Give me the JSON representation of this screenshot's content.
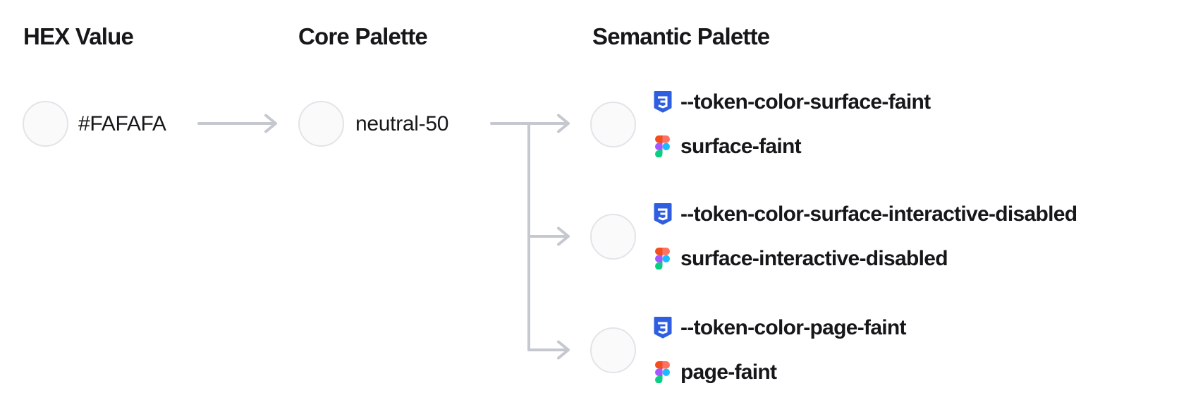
{
  "columns": {
    "hex": {
      "heading": "HEX Value",
      "value": "#FAFAFA",
      "swatch_color": "#FAFAFA"
    },
    "core": {
      "heading": "Core Palette",
      "value": "neutral-50",
      "swatch_color": "#FAFAFA"
    },
    "semantic": {
      "heading": "Semantic Palette",
      "rows": [
        {
          "css_token": "--token-color-surface-faint",
          "figma_name": "surface-faint",
          "swatch_color": "#FAFAFA"
        },
        {
          "css_token": "--token-color-surface-interactive-disabled",
          "figma_name": "surface-interactive-disabled",
          "swatch_color": "#FAFAFA"
        },
        {
          "css_token": "--token-color-page-faint",
          "figma_name": "page-faint",
          "swatch_color": "#FAFAFA"
        }
      ]
    }
  },
  "icons": {
    "css": "css3-shield-icon",
    "figma": "figma-logo-icon"
  },
  "colors": {
    "swatch-fill": "#FAFAFA",
    "swatch-border": "#E3E4E9",
    "arrow": "#C5C8CE",
    "text": "#17171A",
    "css-blue": "#2F5FE0",
    "figma-orange": "#F24E1E",
    "figma-salmon": "#FF7262",
    "figma-purple": "#A259FF",
    "figma-blue": "#1ABCFE",
    "figma-green": "#0ACF83"
  }
}
